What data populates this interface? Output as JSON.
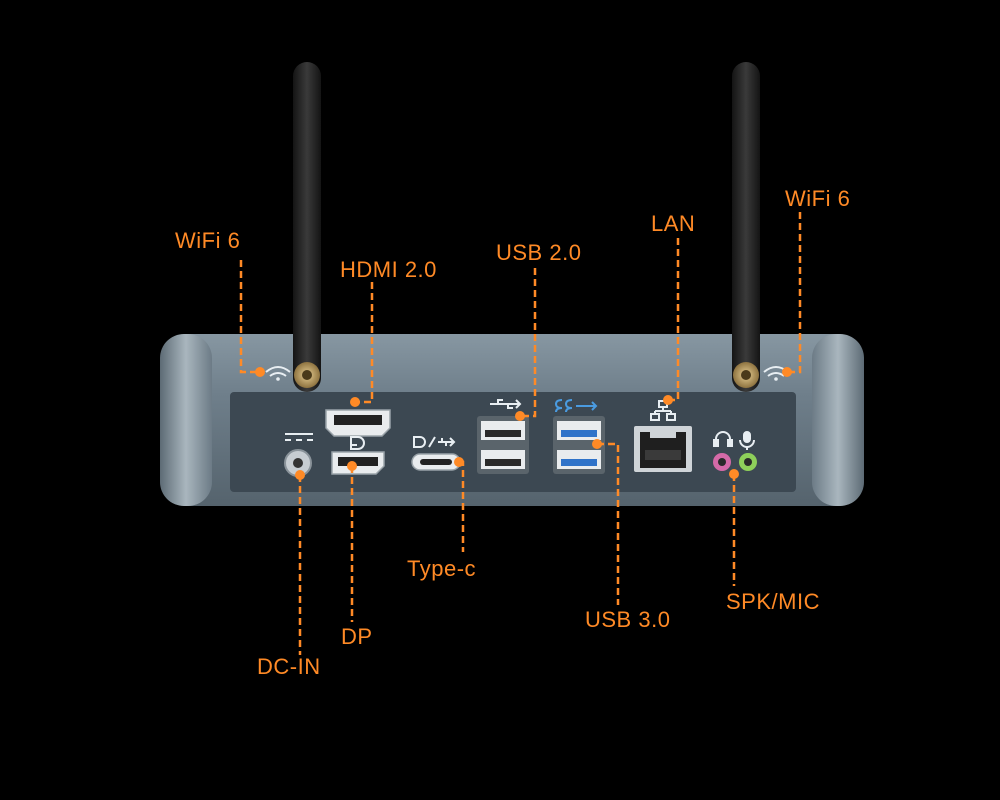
{
  "colors": {
    "background": "#000000",
    "accent": "#ff8a26",
    "chassis": "#6e7e8a",
    "panel": "#3c4852",
    "antenna": "#222222"
  },
  "labels": {
    "wifi_left": "WiFi 6",
    "wifi_right": "WiFi 6",
    "hdmi": "HDMI 2.0",
    "usb2": "USB 2.0",
    "lan": "LAN",
    "typec": "Type-c",
    "usb3": "USB 3.0",
    "spkmic": "SPK/MIC",
    "dp": "DP",
    "dcin": "DC-IN"
  },
  "ports": [
    {
      "icon": "dc-power-icon"
    },
    {
      "icon": "displayport-icon"
    },
    {
      "icon": "type-c-icon"
    },
    {
      "icon": "usb-icon"
    },
    {
      "icon": "usb3-ss-icon"
    },
    {
      "icon": "network-icon"
    },
    {
      "icon": "headphone-icon"
    },
    {
      "icon": "microphone-icon"
    }
  ]
}
